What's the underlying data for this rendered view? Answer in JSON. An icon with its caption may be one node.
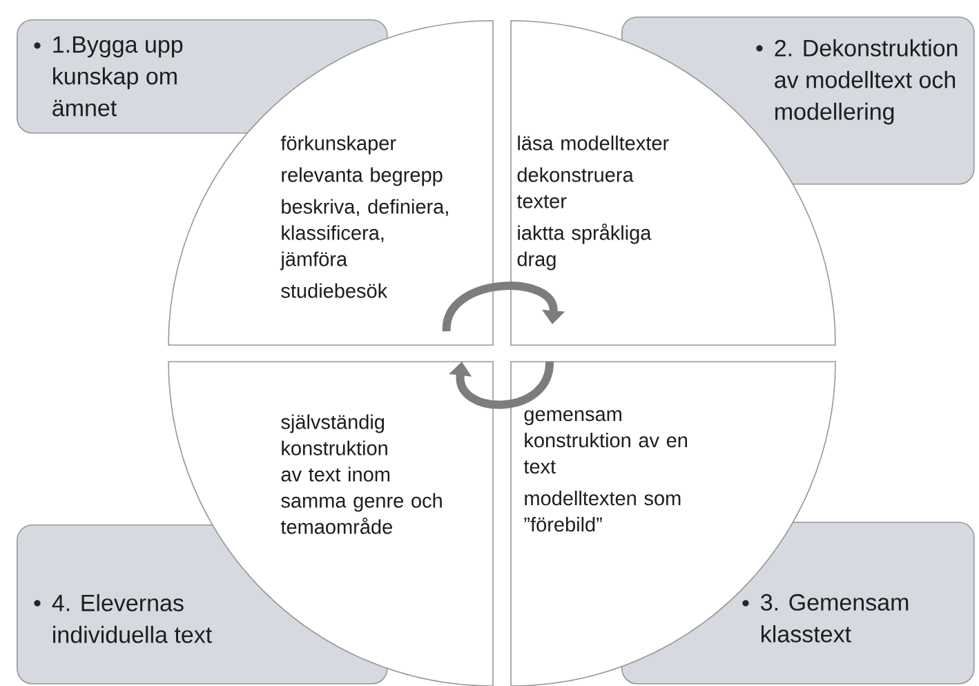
{
  "diagram": {
    "nodes": [
      {
        "text": [
          "1.Bygga upp kunskap om ämnet"
        ]
      },
      {
        "text": [
          "2. Dekonstruktion av modelltext och modellering"
        ]
      },
      {
        "text": [
          "förkunskaper",
          "relevanta begrepp",
          "beskriva, definiera, klassificera, jämföra",
          "studiebesök"
        ]
      },
      {
        "text": [
          "läsa modelltexter",
          "dekonstruera texter",
          "iaktta språkliga drag"
        ]
      },
      {
        "text": [
          "självständig konstruktion av text inom samma genre och temaområde"
        ]
      },
      {
        "text": [
          "gemensam konstruktion av en text",
          "modelltexten som ”förebild”"
        ]
      },
      {
        "text": [
          "4. Elevernas individuella text"
        ]
      },
      {
        "text": [
          "3. Gemensam klasstext"
        ]
      }
    ],
    "edges": [
      {
        "from": 2,
        "to": 3,
        "arrow": "to"
      },
      {
        "from": 5,
        "to": 4,
        "arrow": "to"
      }
    ]
  }
}
